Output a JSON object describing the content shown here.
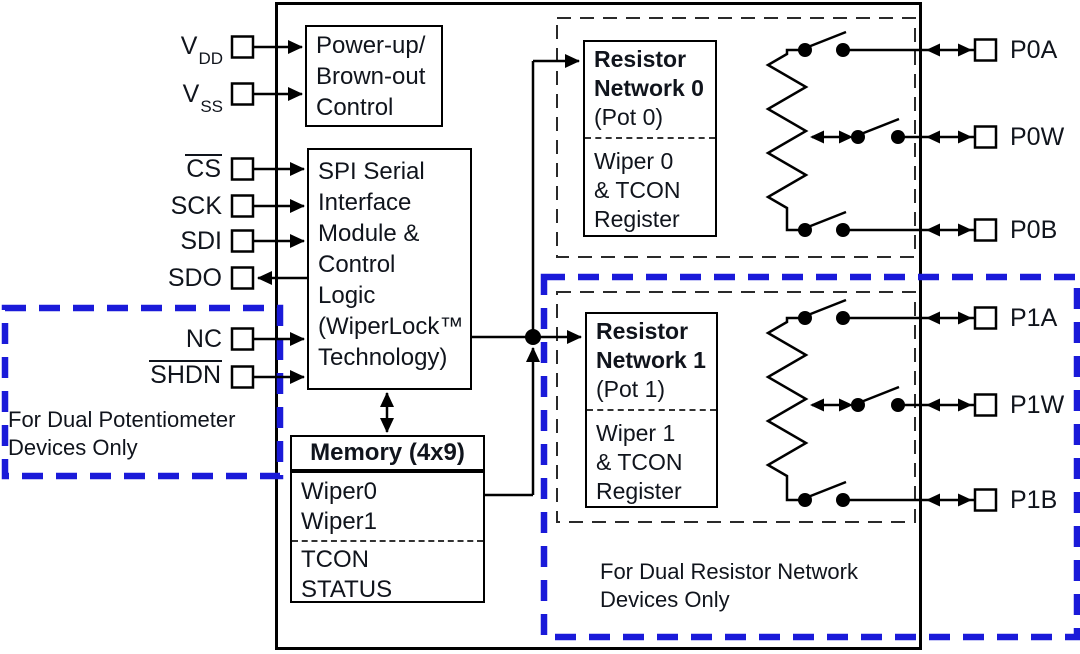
{
  "pins": {
    "left": [
      {
        "name": "VDD",
        "base": "V",
        "sub": "DD"
      },
      {
        "name": "VSS",
        "base": "V",
        "sub": "SS"
      },
      {
        "name": "CS",
        "label": "CS",
        "overline": true
      },
      {
        "name": "SCK",
        "label": "SCK"
      },
      {
        "name": "SDI",
        "label": "SDI"
      },
      {
        "name": "SDO",
        "label": "SDO"
      },
      {
        "name": "NC",
        "label": "NC"
      },
      {
        "name": "SHDN",
        "label": "SHDN",
        "overline": true
      }
    ],
    "right": [
      "P0A",
      "P0W",
      "P0B",
      "P1A",
      "P1W",
      "P1B"
    ]
  },
  "blocks": {
    "power_up": {
      "line1": "Power-up/",
      "line2": "Brown-out",
      "line3": "Control"
    },
    "spi": {
      "line1": "SPI Serial",
      "line2": "Interface",
      "line3": "Module &",
      "line4": "Control",
      "line5": "Logic",
      "line6": "(WiperLock™",
      "line7": "Technology)"
    },
    "memory": {
      "title": "Memory (4x9)",
      "row1": "Wiper0",
      "row2": "Wiper1",
      "row3": "TCON",
      "row4": "STATUS"
    },
    "resistor_network_0": {
      "title1": "Resistor",
      "title2": "Network 0",
      "subtitle": "(Pot 0)",
      "reg1": "Wiper 0",
      "reg2": "& TCON",
      "reg3": "Register"
    },
    "resistor_network_1": {
      "title1": "Resistor",
      "title2": "Network 1",
      "subtitle": "(Pot 1)",
      "reg1": "Wiper 1",
      "reg2": "& TCON",
      "reg3": "Register"
    }
  },
  "notes": {
    "dual_pot": {
      "line1": "For Dual Potentiometer",
      "line2": "Devices Only"
    },
    "dual_rn": {
      "line1": "For Dual Resistor Network",
      "line2": "Devices Only"
    }
  },
  "colors": {
    "accent_blue": "#1a1ad9",
    "line_black": "#000000"
  }
}
